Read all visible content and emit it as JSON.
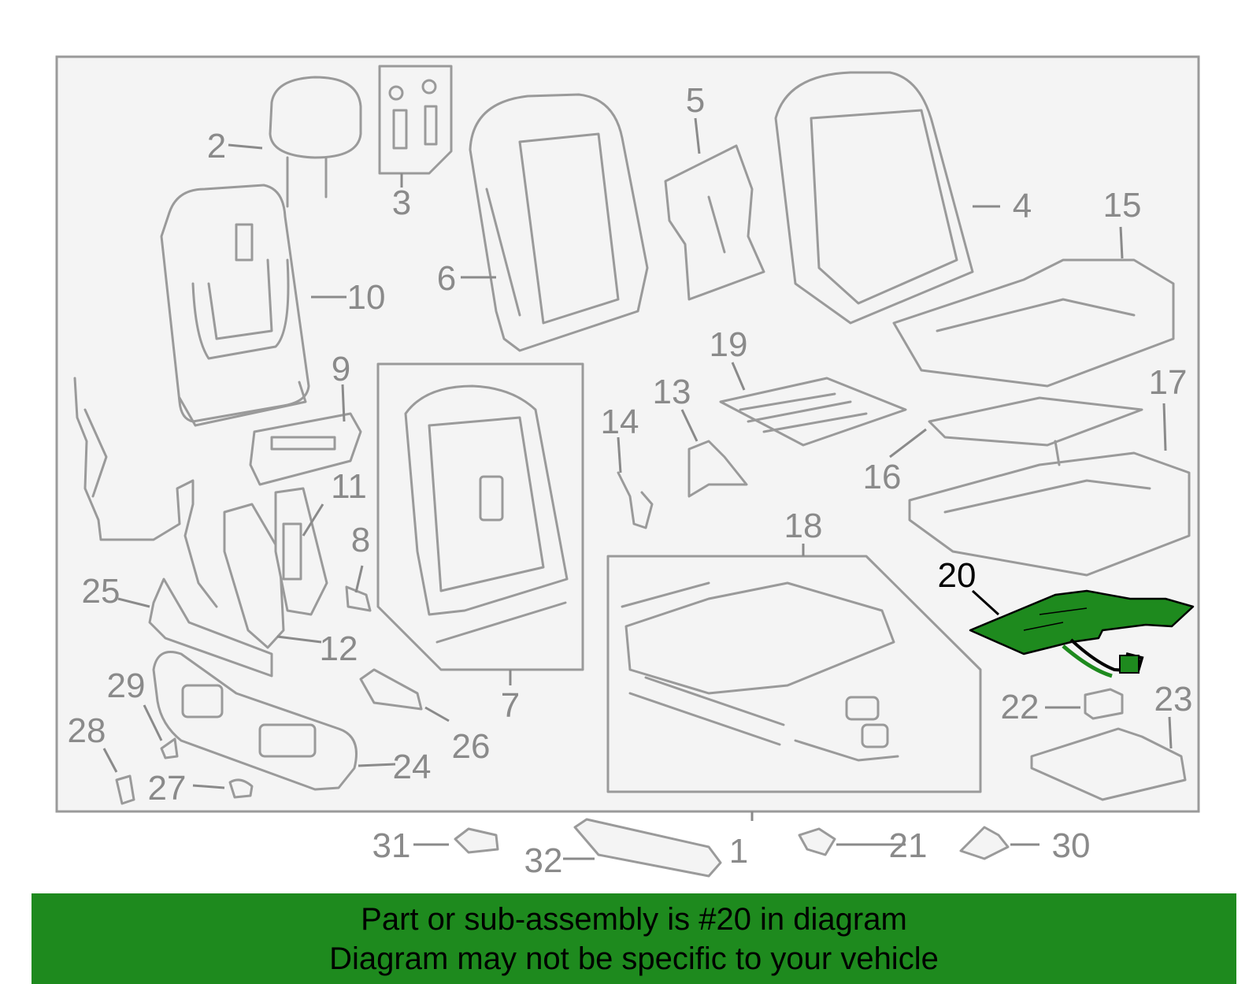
{
  "callouts": [
    "1",
    "2",
    "3",
    "4",
    "5",
    "6",
    "7",
    "8",
    "9",
    "10",
    "11",
    "12",
    "13",
    "14",
    "15",
    "16",
    "17",
    "18",
    "19",
    "20",
    "21",
    "22",
    "23",
    "24",
    "25",
    "26",
    "27",
    "28",
    "29",
    "30",
    "31",
    "32"
  ],
  "highlighted_part": "20",
  "colors": {
    "highlight": "#1e8a1e",
    "line": "#9a9a9a",
    "frame_bg": "#f4f4f4",
    "label": "#8a8a8a"
  },
  "banner": {
    "line1": "Part or sub-assembly is #20 in diagram",
    "line2": "Diagram may not be specific to your vehicle"
  }
}
